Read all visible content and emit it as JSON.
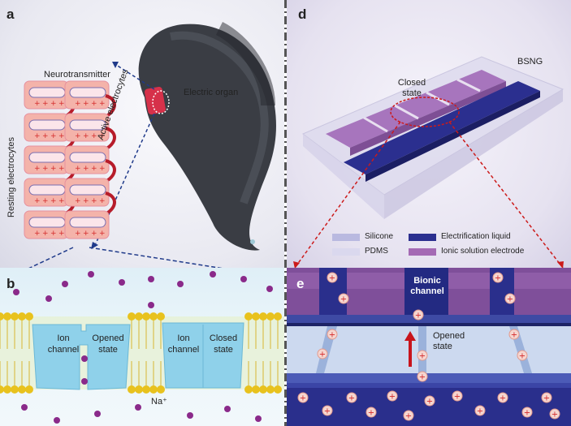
{
  "panels": {
    "a": {
      "label": "a",
      "neurotransmitter": "Neurotransmitter",
      "electric_organ": "Electric organ",
      "active_electrocytes": "Active electrocytes",
      "resting_electrocytes": "Resting electrocytes"
    },
    "b": {
      "label": "b",
      "channel_1": "Ion channel",
      "state_1": "Opened state",
      "channel_2": "Ion channel",
      "state_2": "Closed state",
      "ion": "Na⁺"
    },
    "d": {
      "label": "d",
      "device": "BSNG",
      "closed_state": "Closed state",
      "legend": [
        {
          "label": "Silicone",
          "color": "#b9b9e0"
        },
        {
          "label": "PDMS",
          "color": "#dad8ee"
        },
        {
          "label": "Electrification liquid",
          "color": "#2b2f8f"
        },
        {
          "label": "Ionic solution electrode",
          "color": "#a46ab4"
        }
      ]
    },
    "e": {
      "label": "e",
      "bionic_channel": "Bionic channel",
      "opened_state": "Opened state",
      "plus": "+"
    }
  },
  "colors": {
    "electrocyte": "#f4b3aa",
    "charge_red": "#d42a2a",
    "arrow_red": "#c8141c",
    "lipid_head": "#e8c21e",
    "ion_channel": "#8fd1ea",
    "ion_purple": "#8a2a8a",
    "eel": "#3a3d44",
    "purple_electrode": "#9a66b0",
    "blue_liquid": "#2a2f8c"
  }
}
